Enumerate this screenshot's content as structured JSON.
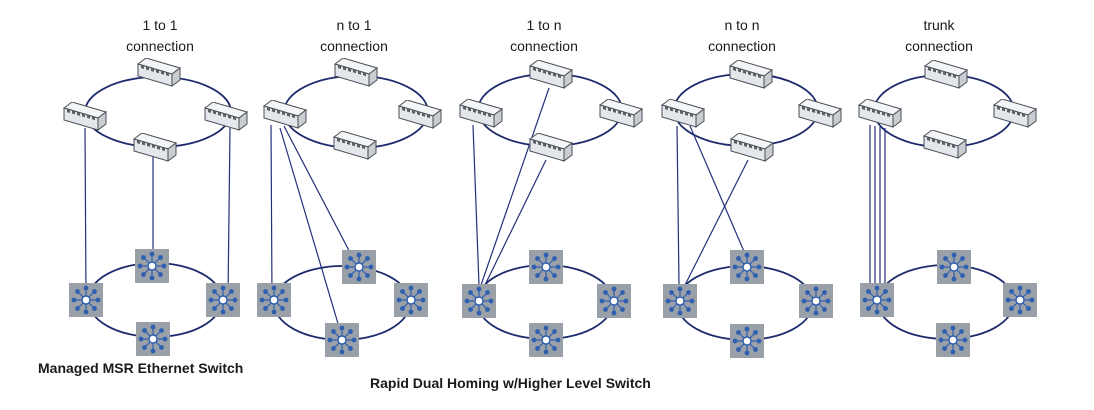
{
  "panels": [
    {
      "title_line1": "1 to 1",
      "title_line2": "connection"
    },
    {
      "title_line1": "n to 1",
      "title_line2": "connection"
    },
    {
      "title_line1": "1 to n",
      "title_line2": "connection"
    },
    {
      "title_line1": "n to n",
      "title_line2": "connection"
    },
    {
      "title_line1": "trunk",
      "title_line2": "connection"
    }
  ],
  "captions": {
    "left": "Managed MSR Ethernet Switch",
    "center": "Rapid Dual Homing w/Higher Level Switch"
  },
  "colors": {
    "ring": "#1d2a6b",
    "link": "#24307a",
    "switch_tile": "#9aa0a8",
    "hub_node": "#2f5fb0",
    "device_body": "#e9ecef",
    "device_edge": "#4a4f57"
  },
  "icons": {
    "managed_switch": "managed-msr-ethernet-switch-icon",
    "higher_level_switch": "higher-level-switch-icon"
  }
}
